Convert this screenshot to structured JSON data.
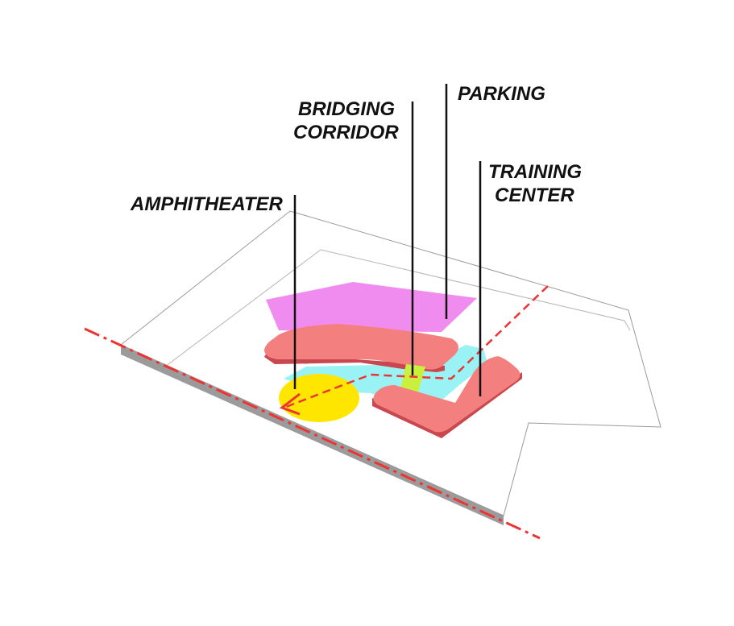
{
  "labels": {
    "amphitheater": "AMPHITHEATER",
    "bridging_corridor_line1": "BRIDGING",
    "bridging_corridor_line2": "CORRIDOR",
    "parking": "PARKING",
    "training_center_line1": "TRAINING",
    "training_center_line2": "CENTER"
  },
  "colors": {
    "parking": "#f08cf0",
    "training_center": "#f47f7f",
    "training_center_edge": "#c9484f",
    "landscape": "#99f3f5",
    "amphitheater": "#ffe600",
    "bridging_corridor": "#c8f03c",
    "circulation_path": "#ee3333",
    "site_edge_shadow": "#9b9b9b"
  }
}
